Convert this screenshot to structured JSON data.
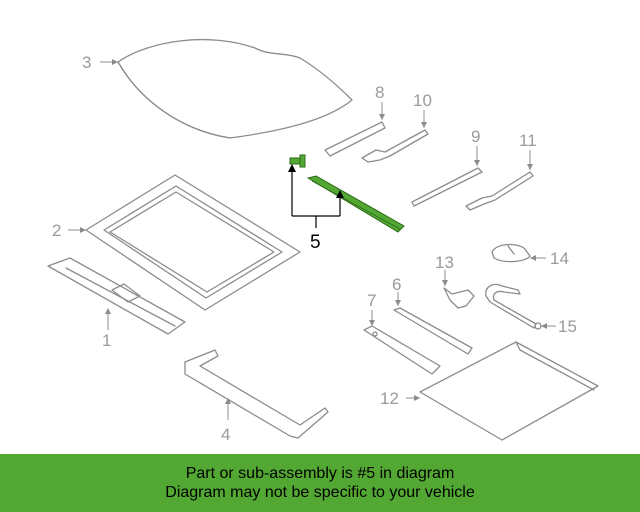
{
  "colors": {
    "highlight": "#52a832",
    "outline": "#8c8c8c",
    "label": "#9a9a9a",
    "banner_bg": "#52a832"
  },
  "callouts": {
    "c1": "1",
    "c2": "2",
    "c3": "3",
    "c4": "4",
    "c5": "5",
    "c6": "6",
    "c7": "7",
    "c8": "8",
    "c9": "9",
    "c10": "10",
    "c11": "11",
    "c12": "12",
    "c13": "13",
    "c14": "14",
    "c15": "15"
  },
  "highlighted_part": "5",
  "banner": {
    "line1": "Part or sub-assembly is #5 in diagram",
    "line2": "Diagram may not be specific to your vehicle"
  }
}
